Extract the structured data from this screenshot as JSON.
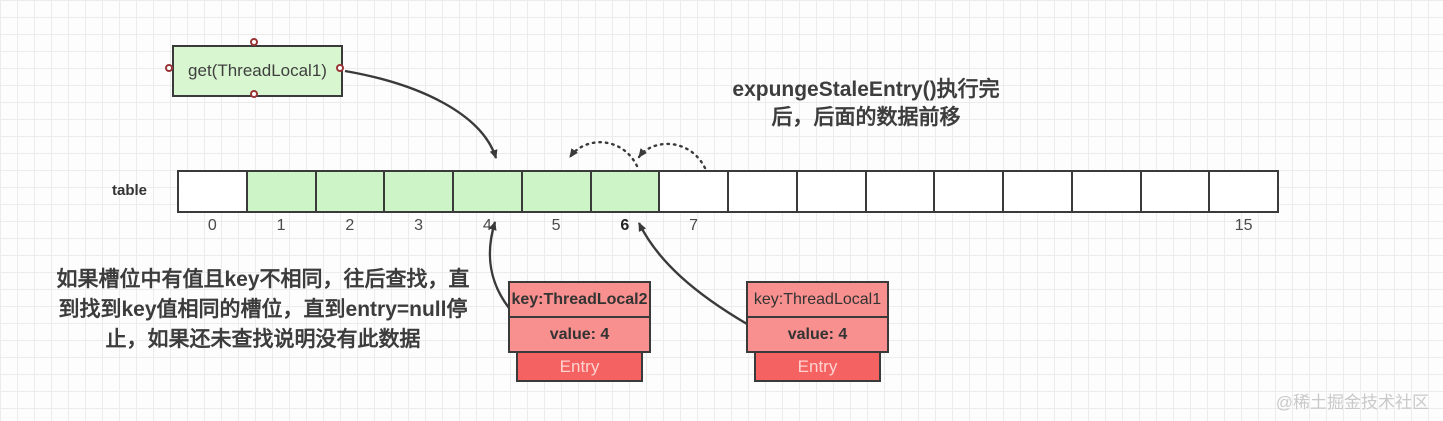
{
  "diagram": {
    "get_box": {
      "label": "get(ThreadLocal1)"
    },
    "headline": {
      "lines": [
        "expungeStaleEntry()执行完",
        "后，后面的数据前移"
      ]
    },
    "note": {
      "lines": [
        "如果槽位中有值且key不相同，往后查找，直",
        "到找到key值相同的槽位，直到entry=null停",
        "止，如果还未查找说明没有此数据"
      ]
    },
    "table": {
      "label": "table",
      "cells": [
        {
          "label": "0",
          "highlighted": false,
          "bold": false
        },
        {
          "label": "1",
          "highlighted": true,
          "bold": false
        },
        {
          "label": "2",
          "highlighted": true,
          "bold": false
        },
        {
          "label": "3",
          "highlighted": true,
          "bold": false
        },
        {
          "label": "4",
          "highlighted": true,
          "bold": false
        },
        {
          "label": "5",
          "highlighted": true,
          "bold": false
        },
        {
          "label": "6",
          "highlighted": true,
          "bold": true
        },
        {
          "label": "7",
          "highlighted": false,
          "bold": false
        },
        {
          "label": "",
          "highlighted": false,
          "bold": false
        },
        {
          "label": "",
          "highlighted": false,
          "bold": false
        },
        {
          "label": "",
          "highlighted": false,
          "bold": false
        },
        {
          "label": "",
          "highlighted": false,
          "bold": false
        },
        {
          "label": "",
          "highlighted": false,
          "bold": false
        },
        {
          "label": "",
          "highlighted": false,
          "bold": false
        },
        {
          "label": "",
          "highlighted": false,
          "bold": false
        },
        {
          "label": "15",
          "highlighted": false,
          "bold": false
        }
      ]
    },
    "entry_boxes": [
      {
        "key": "key:ThreadLocal2",
        "value": "value: 4",
        "footer": "Entry",
        "key_bold": true
      },
      {
        "key": "key:ThreadLocal1",
        "value": "value: 4",
        "footer": "Entry",
        "key_bold": false
      }
    ],
    "arrows": [
      {
        "name": "get-to-slot4-arrow",
        "style": "solid"
      },
      {
        "name": "shift-slot6-to-slot5-arrow",
        "style": "dotted"
      },
      {
        "name": "shift-slot7-to-slot6-arrow",
        "style": "dotted"
      },
      {
        "name": "entry2-to-slot4-arrow",
        "style": "solid"
      },
      {
        "name": "entry1-to-slot6-arrow",
        "style": "solid"
      }
    ],
    "watermark": "@稀土掘金技术社区",
    "colors": {
      "green_cell": "#cdf4c6",
      "green_box": "#d8f7d0",
      "red_cell": "#f7908e",
      "red_footer": "#f56262",
      "outline": "#3a3a3a",
      "handle": "#9a3536",
      "grid": "#ececec",
      "watermark": "#c9c9c9"
    }
  }
}
